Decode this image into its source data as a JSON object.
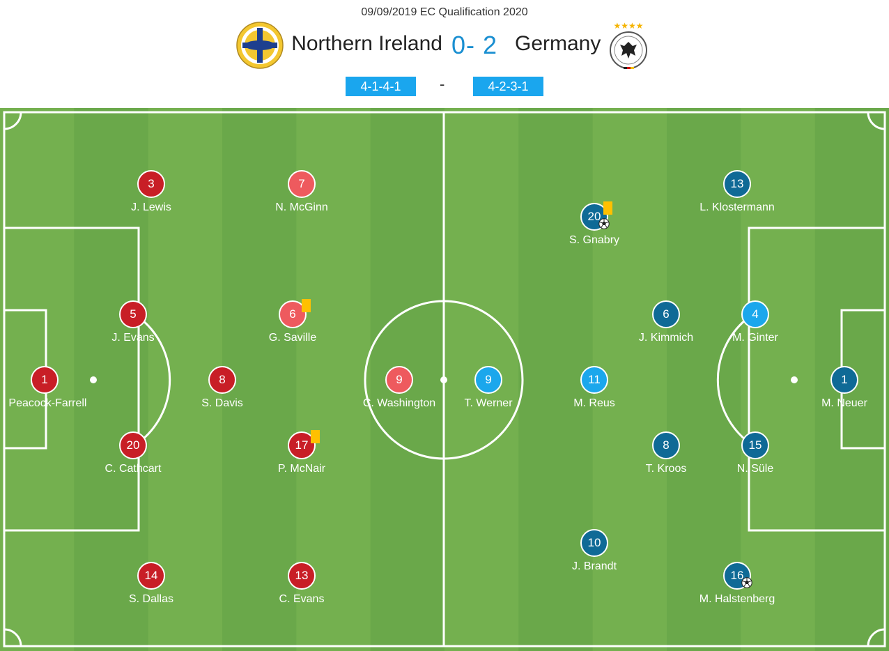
{
  "match": {
    "date_line": "09/09/2019 EC Qualification 2020",
    "home_team": "Northern Ireland",
    "away_team": "Germany",
    "score": "0- 2",
    "home_formation": "4-1-4-1",
    "away_formation": "4-2-3-1",
    "separator": "-"
  },
  "colors": {
    "pitch_light": "#74b04f",
    "pitch_dark": "#6aa84a",
    "home_dark": "#c81e26",
    "home_light": "#ee5a5e",
    "away_dark": "#0f6a96",
    "away_light": "#1ba7ec",
    "card": "#ffc000",
    "formation_bg": "#1aa6ee",
    "score": "#1a8fd1"
  },
  "home_players": [
    {
      "number": "1",
      "name": ". Peacock-Farrell",
      "shade": "dark"
    },
    {
      "number": "3",
      "name": "J. Lewis",
      "shade": "dark"
    },
    {
      "number": "5",
      "name": "J. Evans",
      "shade": "dark"
    },
    {
      "number": "20",
      "name": "C. Cathcart",
      "shade": "dark"
    },
    {
      "number": "14",
      "name": "S. Dallas",
      "shade": "dark"
    },
    {
      "number": "8",
      "name": "S. Davis",
      "shade": "dark"
    },
    {
      "number": "7",
      "name": "N. McGinn",
      "shade": "light"
    },
    {
      "number": "6",
      "name": "G. Saville",
      "shade": "light",
      "yellow_card": true
    },
    {
      "number": "17",
      "name": "P. McNair",
      "shade": "dark",
      "yellow_card": true
    },
    {
      "number": "13",
      "name": "C. Evans",
      "shade": "dark"
    },
    {
      "number": "9",
      "name": "C. Washington",
      "shade": "light"
    }
  ],
  "away_players": [
    {
      "number": "1",
      "name": "M. Neuer",
      "shade": "dark"
    },
    {
      "number": "13",
      "name": "L. Klostermann",
      "shade": "dark"
    },
    {
      "number": "4",
      "name": "M. Ginter",
      "shade": "light"
    },
    {
      "number": "15",
      "name": "N. Süle",
      "shade": "dark"
    },
    {
      "number": "16",
      "name": "M. Halstenberg",
      "shade": "dark",
      "goal": true
    },
    {
      "number": "6",
      "name": "J. Kimmich",
      "shade": "dark"
    },
    {
      "number": "8",
      "name": "T. Kroos",
      "shade": "dark"
    },
    {
      "number": "20",
      "name": "S. Gnabry",
      "shade": "dark",
      "yellow_card": true,
      "goal": true
    },
    {
      "number": "11",
      "name": "M. Reus",
      "shade": "light"
    },
    {
      "number": "10",
      "name": "J. Brandt",
      "shade": "dark"
    },
    {
      "number": "9",
      "name": "T. Werner",
      "shade": "light"
    }
  ]
}
